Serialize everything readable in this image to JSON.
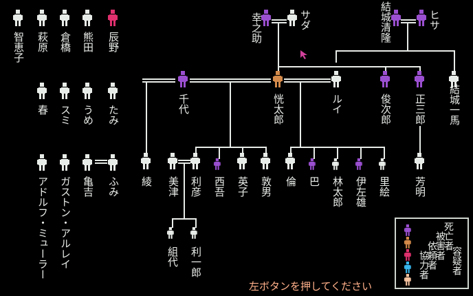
{
  "colors": {
    "white": "#e8ece8",
    "deceased": "#9a4fd0",
    "victim": "#d48a4a",
    "requester": "#e0306e",
    "cooperator": "#38b6ee",
    "suspect": "#f6c3a0",
    "prompt": "#ffb08a"
  },
  "people": {
    "tomoeko": "智恵子",
    "hagiwara": "萩原",
    "kurahashi": "倉橋",
    "kumada": "熊田",
    "tatsuno": "辰野",
    "haru": "春",
    "sumi": "スミ",
    "ume": "うめ",
    "tami": "たみ",
    "adolf": "アドルフ・ミューラー",
    "gaston": "ガストン・アルレイ",
    "kamekichi": "亀吉",
    "fumi": "ふみ",
    "kounosuke": "幸之助",
    "sada": "サダ",
    "yuuki_kiyotaka": "結城清隆",
    "hisa": "ヒサ",
    "chiyo": "千代",
    "koutarou": "恍太郎",
    "rui": "ルイ",
    "shunjirou": "俊次郎",
    "shouzaburou": "正三郎",
    "yuuki_kazuma": "結城一馬",
    "aya": "綾",
    "mitsu": "美津",
    "toshihiko": "利彦",
    "saigo": "西吾",
    "eiko": "英子",
    "atsuo": "敦男",
    "michi": "倫",
    "tomoe": "巴",
    "rintarou": "林太郎",
    "isao": "伊左雄",
    "rie": "里絵",
    "yoshiaki": "芳明",
    "kumiyo": "組代",
    "riichirou": "利一郎"
  },
  "legend": {
    "deceased": "死亡者",
    "victim": "被害者",
    "requester": "依頼者",
    "cooperator": "協力者",
    "suspect": "容疑者"
  },
  "prompt": "左ボタンを押してください"
}
